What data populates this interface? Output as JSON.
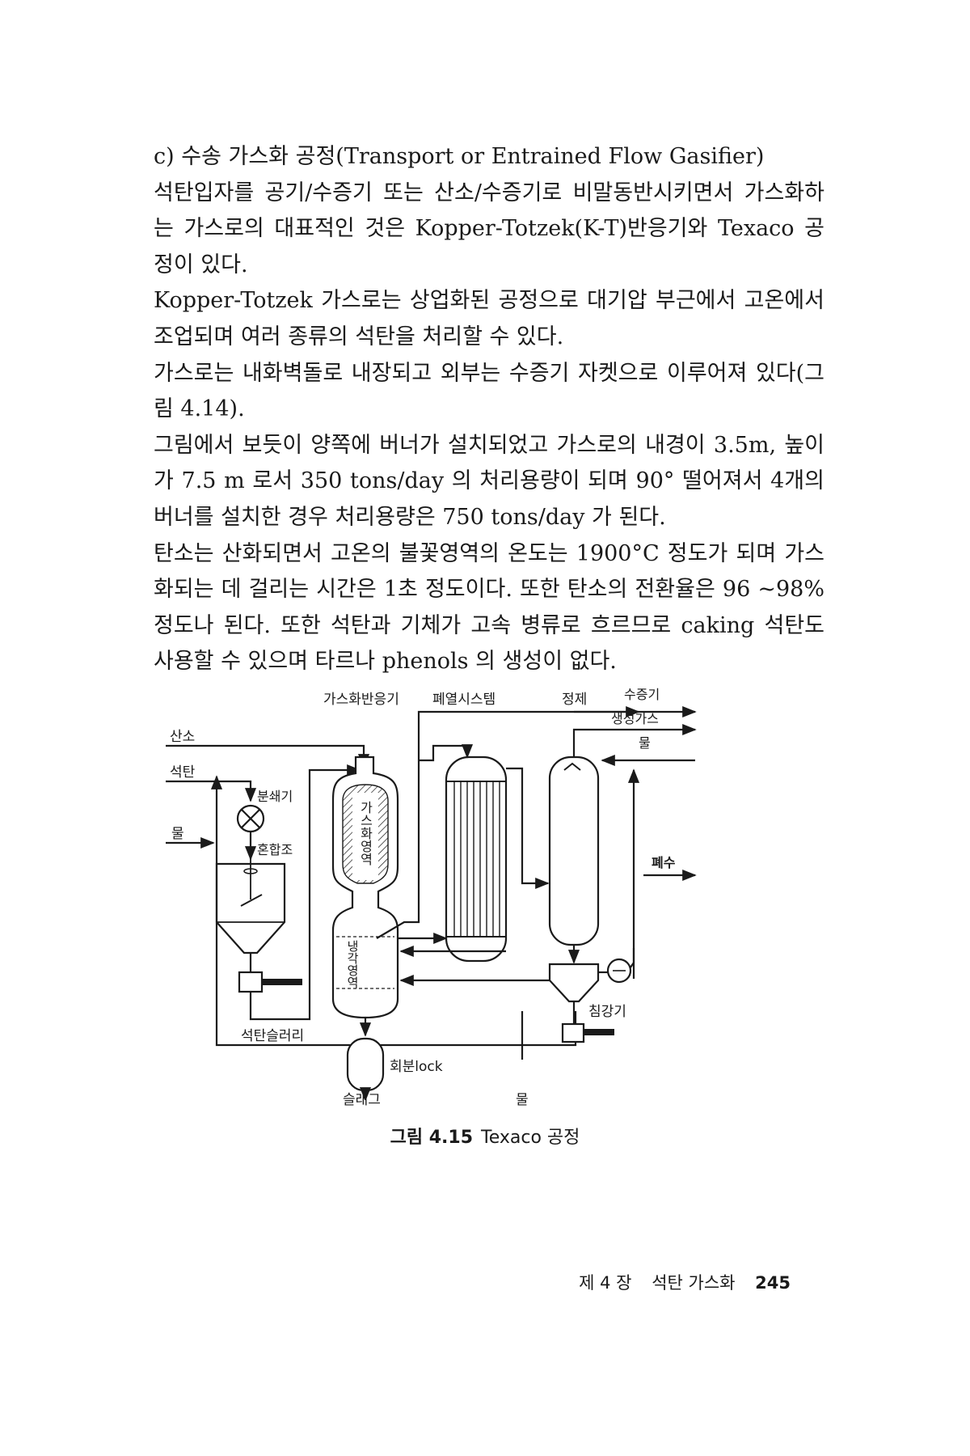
{
  "section": {
    "heading": "c) 수송 가스화 공정(Transport or Entrained Flow Gasifier)"
  },
  "paragraphs": [
    "석탄입자를 공기/수증기 또는 산소/수증기로 비말동반시키면서 가스화하는 가스로의 대표적인 것은 Kopper-Totzek(K-T)반응기와 Texaco 공정이 있다.",
    "Kopper-Totzek 가스로는 상업화된 공정으로 대기압 부근에서 고온에서 조업되며 여러 종류의 석탄을 처리할 수 있다.",
    "가스로는 내화벽돌로 내장되고 외부는 수증기 자켓으로 이루어져 있다(그림 4.14).",
    "그림에서 보듯이 양쪽에 버너가 설치되었고 가스로의 내경이 3.5m, 높이가 7.5 m 로서 350 tons/day 의 처리용량이 되며 90° 떨어져서 4개의 버너를 설치한 경우 처리용량은 750 tons/day 가 된다.",
    "탄소는 산화되면서 고온의 불꽃영역의 온도는 1900°C 정도가 되며 가스화되는 데 걸리는 시간은 1초 정도이다. 또한 탄소의 전환율은 96 ~98% 정도나 된다. 또한 석탄과 기체가 고속 병류로 흐르므로 caking 석탄도 사용할 수 있으며 타르나 phenols 의 생성이 없다."
  ],
  "figure": {
    "headers": {
      "reactor": "가스화반응기",
      "heat_recovery": "폐열시스템",
      "purification": "정제"
    },
    "labels": {
      "oxygen": "산소",
      "coal": "석탄",
      "water_in": "물",
      "crusher": "분쇄기",
      "mixer": "혼합조",
      "slurry": "석탄슬러리",
      "gasification_zone": "가스화영역",
      "cooling_zone": "냉각영역",
      "ash_lock": "회분lock",
      "slag": "슬래그",
      "water_bottom": "물",
      "steam_out": "수증기",
      "product_gas": "생성가스",
      "water_scrubber": "물",
      "wastewater": "폐수",
      "settler": "침강기"
    },
    "caption_number": "그림 4.15",
    "caption_title": "Texaco 공정"
  },
  "footer": {
    "chapter": "제 4 장",
    "chapter_title": "석탄 가스화",
    "page_number": "245"
  }
}
